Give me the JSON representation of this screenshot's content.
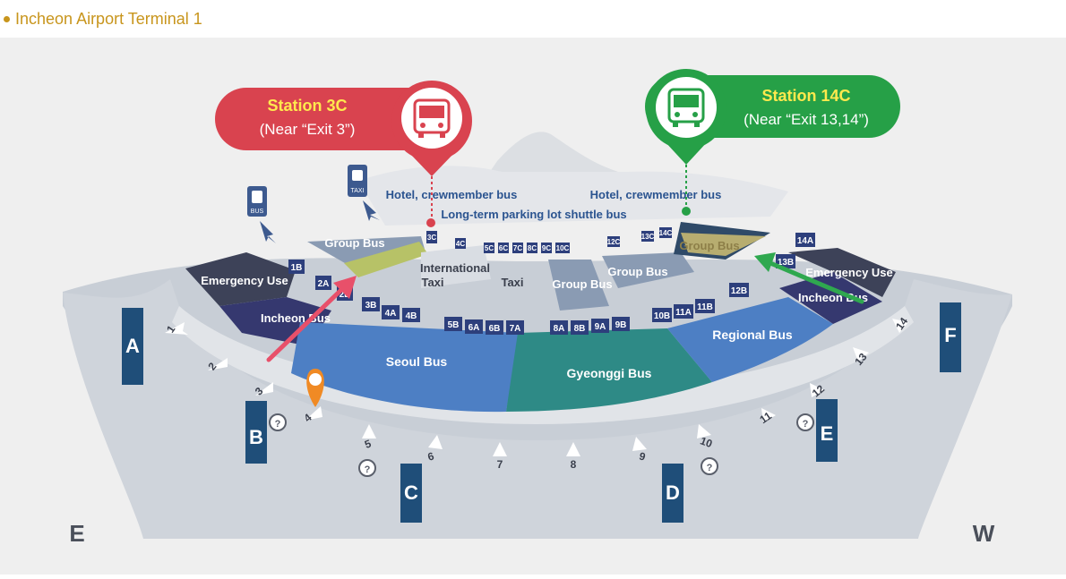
{
  "heading": {
    "title": "Incheon Airport Terminal 1"
  },
  "callouts": {
    "left": {
      "title": "Station 3C",
      "subtitle": "(Near “Exit 3”)",
      "color": "#d9434f"
    },
    "right": {
      "title": "Station 14C",
      "subtitle": "(Near “Exit 13,14”)",
      "color": "#26a047"
    }
  },
  "labels": {
    "hotel_left": "Hotel, crewmember bus",
    "hotel_right": "Hotel, crewmember bus",
    "shuttle": "Long-term parking lot shuttle bus",
    "bus_sign": "BUS",
    "taxi_sign": "TAXI"
  },
  "zones": {
    "group_bus_left": "Group Bus",
    "group_bus_right": "Group Bus",
    "group_bus_mid1": "Group Bus",
    "group_bus_mid2": "Group Bus",
    "international": "International",
    "intl_taxi": "Taxi",
    "taxi": "Taxi",
    "emergency_left": "Emergency Use",
    "emergency_right": "Emergency Use",
    "incheon_left": "Incheon Bus",
    "incheon_right": "Incheon Bus",
    "seoul": "Seoul Bus",
    "gyeonggi": "Gyeonggi Bus",
    "regional": "Regional Bus"
  },
  "stops": {
    "s1b": "1B",
    "s2a": "2A",
    "s2b": "2B",
    "s3b": "3B",
    "s4a": "4A",
    "s4b": "4B",
    "s5b": "5B",
    "s6a": "6A",
    "s6b": "6B",
    "s7a": "7A",
    "s8a": "8A",
    "s8b": "8B",
    "s9a": "9A",
    "s9b": "9B",
    "s10b": "10B",
    "s11a": "11A",
    "s11b": "11B",
    "s12b": "12B",
    "s13b": "13B",
    "s14a": "14A",
    "s3c": "3C",
    "s4c": "4C",
    "s5c": "5C",
    "s6c": "6C",
    "s7c": "7C",
    "s8c": "8C",
    "s9c": "9C",
    "s10c": "10C",
    "s12c": "12C",
    "s13c": "13C",
    "s14c": "14C"
  },
  "exits": [
    "1",
    "2",
    "3",
    "4",
    "5",
    "6",
    "7",
    "8",
    "9",
    "10",
    "11",
    "12",
    "13",
    "14"
  ],
  "gates": {
    "a": "A",
    "b": "B",
    "c": "C",
    "d": "D",
    "e": "E",
    "f": "F"
  },
  "compass": {
    "east": "E",
    "west": "W"
  },
  "colors": {
    "seoul": "#4d7fc4",
    "gyeonggi": "#2e8a86",
    "regional": "#4d7fc4",
    "incheon": "#35386f",
    "emergency": "#3d4258",
    "group": "#8a9bb3",
    "gate": "#1f4e79"
  }
}
